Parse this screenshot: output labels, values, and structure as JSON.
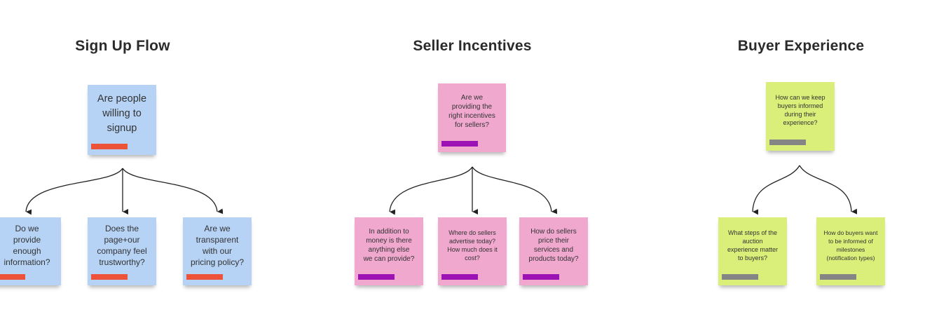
{
  "sections": [
    {
      "title": "Sign Up Flow",
      "root": "Are people\nwilling to\nsignup",
      "children": [
        "Do we\nprovide\nenough\ninformation?",
        "Does the\npage+our\ncompany feel\ntrustworthy?",
        "Are we\ntransparent\nwith our\npricing policy?"
      ]
    },
    {
      "title": "Seller Incentives",
      "root": "Are we\nproviding the\nright incentives\nfor sellers?",
      "children": [
        "In addition to\nmoney is there\nanything else\nwe can provide?",
        "Where do sellers\nadvertise today?\nHow much does it\ncost?",
        "How do sellers\nprice their\nservices and\nproducts today?"
      ]
    },
    {
      "title": "Buyer Experience",
      "root": "How can we keep\nbuyers informed\nduring their\nexperience?",
      "children": [
        "What steps of the\nauction\nexperience matter\nto buyers?",
        "How do buyers want\nto be informed of\nmilestones\n(notification types)"
      ]
    }
  ],
  "colors": {
    "blue_note": "#b6d3f5",
    "pink_note": "#f0a8cf",
    "green_note": "#d9ef79",
    "red_tag": "#ec5339",
    "purple_tag": "#9c12b5",
    "gray_tag": "#858585",
    "connector": "#222222"
  }
}
